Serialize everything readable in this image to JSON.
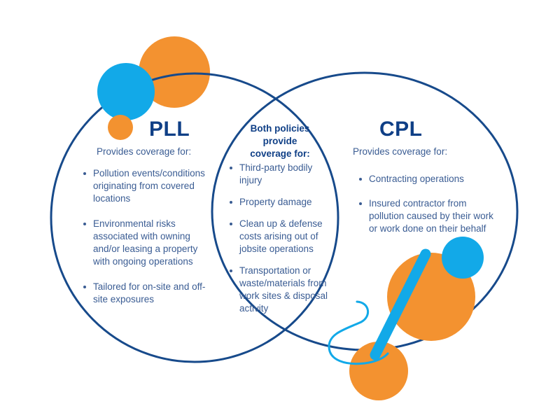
{
  "left": {
    "title": "PLL",
    "subtitle": "Provides coverage for:",
    "items": [
      "Pollution events/conditions originating from covered locations",
      "Environmental risks associated with owning and/or leasing a property with ongoing operations",
      "Tailored for on-site and off-site exposures"
    ]
  },
  "center": {
    "heading_lines": [
      "Both policies",
      "provide",
      "coverage for:"
    ],
    "items": [
      "Third-party bodily injury",
      "Property damage",
      "Clean up & defense costs arising out of jobsite operations",
      "Transportation or waste/materials from work sites & disposal activity"
    ]
  },
  "right": {
    "title": "CPL",
    "subtitle": "Provides coverage for:",
    "items": [
      "Contracting operations",
      "Insured contractor from pollution caused by their work or work done on their behalf"
    ]
  },
  "colors": {
    "circle_outline": "#174a8b",
    "orange": "#f39230",
    "blue": "#12a9e8",
    "title": "#0f3f86",
    "text": "#3a5c93"
  }
}
